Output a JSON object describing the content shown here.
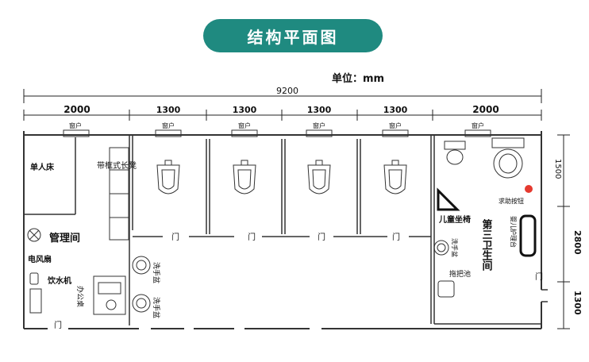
{
  "title": "结构平面图",
  "unit": "单位：mm",
  "dimensions": {
    "total": "9200",
    "segments": [
      "2000",
      "1300",
      "1300",
      "1300",
      "1300",
      "2000"
    ],
    "right": [
      "1500",
      "2800",
      "1300"
    ]
  },
  "labels": {
    "window": "窗户",
    "door": "门",
    "bed": "单人床",
    "bench": "带框式长凳",
    "office": "管理间",
    "fan": "电风扇",
    "water_machine": "饮水机",
    "desk": "办公桌",
    "washbasin": "洗手盆",
    "washbasin_vertical": "洗手盆",
    "child_seat": "儿童坐椅",
    "mop_pool": "拖把池",
    "help_button": "求助按钮",
    "baby_table": "婴儿护理台",
    "third_toilet": "第三卫生间"
  },
  "colors": {
    "accent": "#1f8a80",
    "help_button": "#e53a2f"
  }
}
